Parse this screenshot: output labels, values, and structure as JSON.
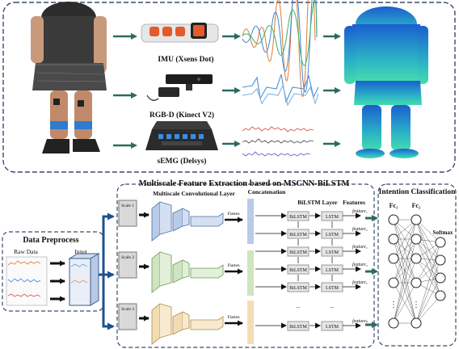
{
  "top": {
    "sensors": [
      {
        "label": "IMU (Xsens Dot)",
        "icon": "imu-sensor-icon"
      },
      {
        "label": "RGB-D (Kinect V2)",
        "icon": "kinect-camera-icon"
      },
      {
        "label": "sEMG (Delsys)",
        "icon": "emg-case-icon"
      }
    ]
  },
  "preprocess": {
    "title": "Data Preprocess",
    "raw_label": "Raw Data",
    "input_label": "Input"
  },
  "extraction": {
    "title": "Multiscale Feature Extraction based on MSCNN-BiLSTM",
    "conv_label": "Multiscale Convolutional Layer",
    "concat_label": "Concatenation",
    "bilstm_label": "BiLSTM Layer",
    "features_label": "Features",
    "scales": [
      "Scale 1",
      "Scale 2",
      "Scale 3"
    ],
    "flatten_label": "Flatten",
    "bilstm_cell": "BiLSTM",
    "lstm_cell": "LSTM",
    "feature_outputs": [
      "feature₁",
      "feature₂",
      "feature₃",
      "feature₄",
      "feature₅",
      "featureₙ"
    ],
    "ellipsis": "..."
  },
  "classification": {
    "title": "Intention Classification",
    "fc1": "Fc₁",
    "fc2": "Fc₂",
    "softmax": "Softmax",
    "dots": "⋮"
  },
  "colors": {
    "arrow_teal": "#2b6b60",
    "frame": "#3a4a6b",
    "scale1": "#b9cbe9",
    "scale2": "#cfe5c1",
    "scale3": "#f2ddb3",
    "pointcloud_top": "#1b6fd6",
    "pointcloud_bottom": "#3ad1b4"
  }
}
